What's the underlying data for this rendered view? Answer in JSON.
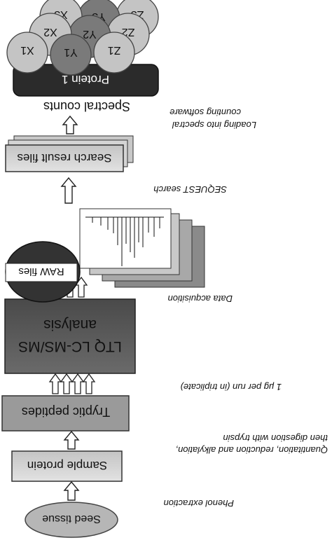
{
  "colors": {
    "box_light": "#d2d2d2",
    "box_mid": "#a8a8a8",
    "box_dark": "#555555",
    "ellipse_dark": "#333333",
    "protein_bar": "#2e2e2e",
    "circle_light": "#c4c4c4",
    "circle_dark": "#7a7a7a"
  },
  "steps": {
    "seed_tissue": "Seed tissue",
    "sample_protein": "Sample protein",
    "tryptic_peptides": "Tryptic peptides",
    "lc_ms_line1": "LTQ LC-MS/MS",
    "lc_ms_line2": "analysis",
    "raw_files": "RAW files",
    "search_result_files": "Search result files",
    "spectral_counts": "Spectral counts",
    "protein": "Protein 1"
  },
  "annotations": {
    "phenol": "Phenol extraction",
    "quant_line1": "Quantitation, reduction and alkylation,",
    "quant_line2": "then digestion with trypsin",
    "per_run": "1 μg per run (in triplicate)",
    "acquisition": "Data acquisition",
    "sequest": "SEQUEST search",
    "loading_line1": "Loading into spectral",
    "loading_line2": "counting software"
  },
  "peptides": {
    "x1": "X1",
    "y1": "Y1",
    "z1": "Z1",
    "x2": "X2",
    "y2": "Y2",
    "z2": "Z2",
    "x3": "X3",
    "y3": "Y3",
    "z3": "Z3"
  }
}
